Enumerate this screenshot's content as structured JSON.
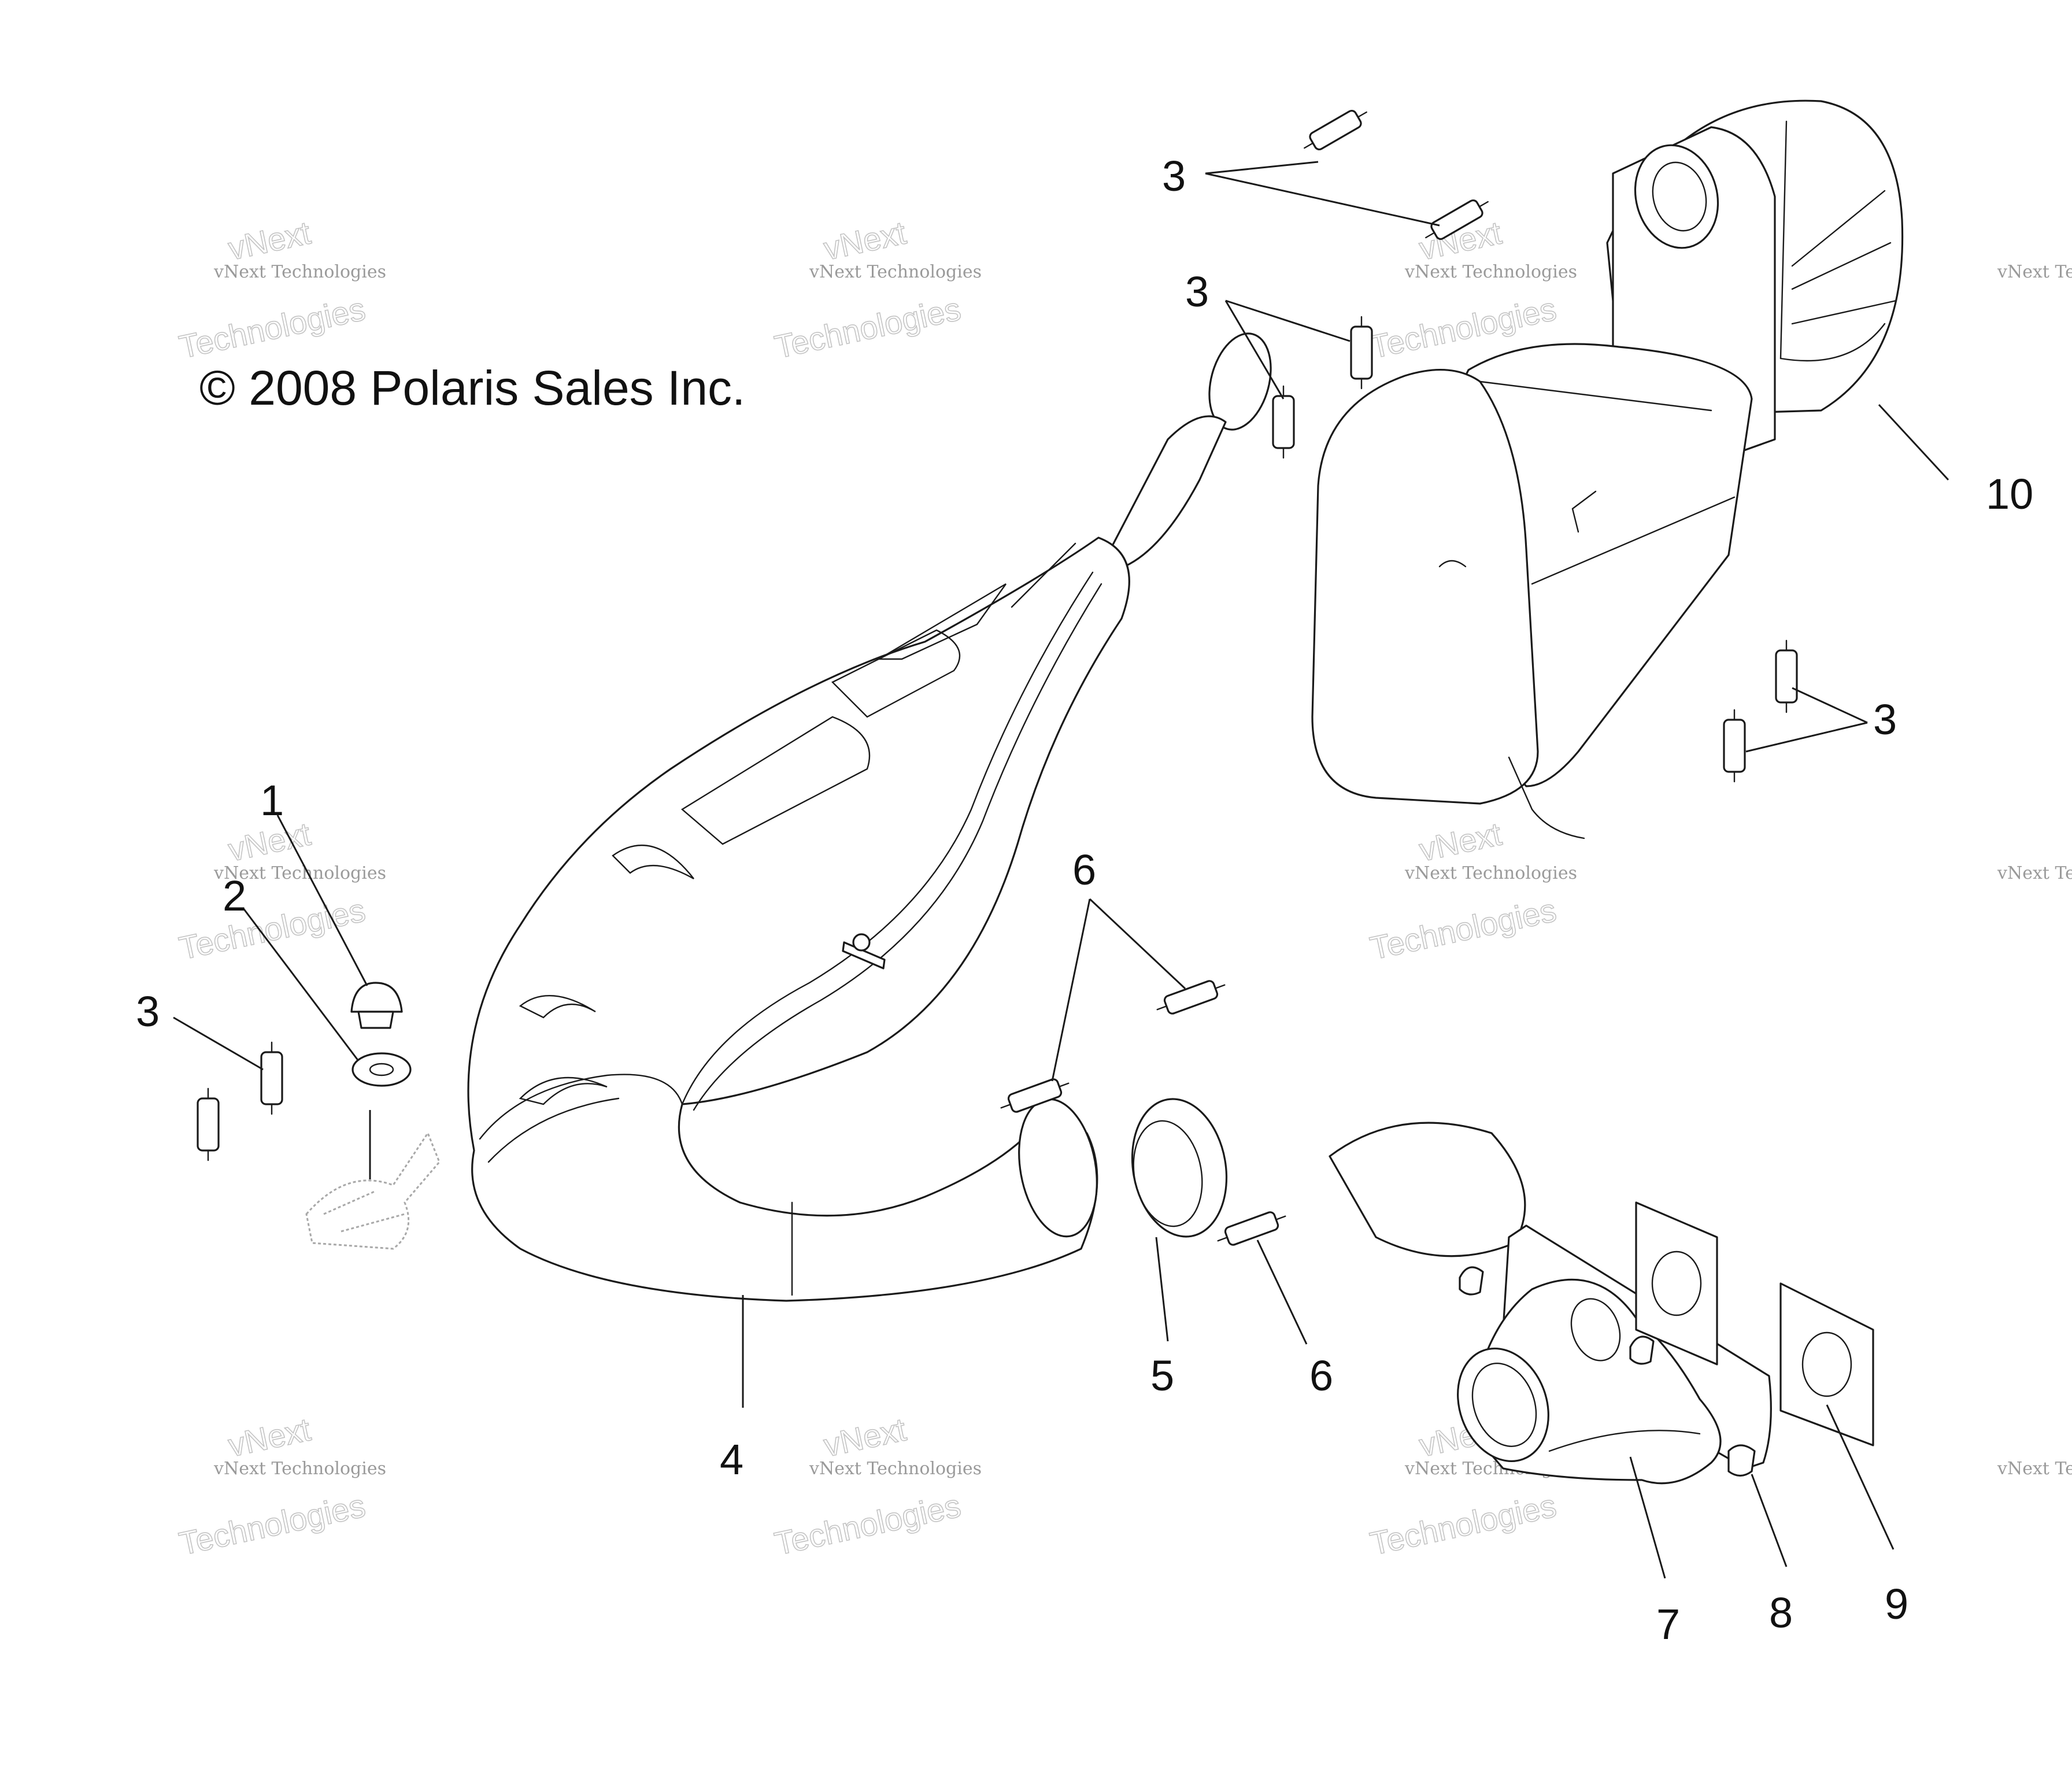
{
  "copyright": "© 2008 Polaris Sales Inc.",
  "watermark": {
    "line1": "vNext Technologies",
    "line2": "vNext",
    "line3": "Technologies"
  },
  "callouts": [
    {
      "id": "1",
      "label": "1",
      "part": "plug"
    },
    {
      "id": "2",
      "label": "2",
      "part": "washer"
    },
    {
      "id": "3",
      "label": "3",
      "part": "spring"
    },
    {
      "id": "4",
      "label": "4",
      "part": "expansion-chamber"
    },
    {
      "id": "5",
      "label": "5",
      "part": "seal-ring"
    },
    {
      "id": "6",
      "label": "6",
      "part": "spring"
    },
    {
      "id": "7",
      "label": "7",
      "part": "exhaust-manifold"
    },
    {
      "id": "8",
      "label": "8",
      "part": "screw"
    },
    {
      "id": "9",
      "label": "9",
      "part": "gasket"
    },
    {
      "id": "10",
      "label": "10",
      "part": "muffler"
    }
  ],
  "colors": {
    "line": "#1a1a1a",
    "watermark": "#9a9a9a",
    "background": "#ffffff"
  }
}
